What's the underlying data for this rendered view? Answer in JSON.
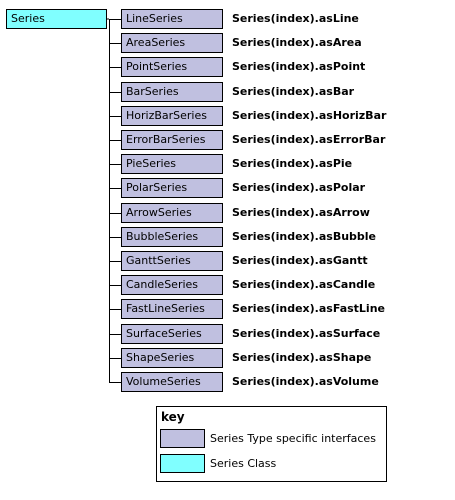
{
  "diagram": {
    "root": {
      "label": "Series"
    },
    "children": [
      {
        "type": "LineSeries",
        "accessor": "Series(index).asLine"
      },
      {
        "type": "AreaSeries",
        "accessor": "Series(index).asArea"
      },
      {
        "type": "PointSeries",
        "accessor": "Series(index).asPoint"
      },
      {
        "type": "BarSeries",
        "accessor": "Series(index).asBar"
      },
      {
        "type": "HorizBarSeries",
        "accessor": "Series(index).asHorizBar"
      },
      {
        "type": "ErrorBarSeries",
        "accessor": "Series(index).asErrorBar"
      },
      {
        "type": "PieSeries",
        "accessor": "Series(index).asPie"
      },
      {
        "type": "PolarSeries",
        "accessor": "Series(index).asPolar"
      },
      {
        "type": "ArrowSeries",
        "accessor": "Series(index).asArrow"
      },
      {
        "type": "BubbleSeries",
        "accessor": "Series(index).asBubble"
      },
      {
        "type": "GanttSeries",
        "accessor": "Series(index).asGantt"
      },
      {
        "type": "CandleSeries",
        "accessor": "Series(index).asCandle"
      },
      {
        "type": "FastLineSeries",
        "accessor": "Series(index).asFastLine"
      },
      {
        "type": "SurfaceSeries",
        "accessor": "Series(index).asSurface"
      },
      {
        "type": "ShapeSeries",
        "accessor": "Series(index).asShape"
      },
      {
        "type": "VolumeSeries",
        "accessor": "Series(index).asVolume"
      }
    ]
  },
  "legend": {
    "title": "key",
    "items": [
      {
        "label": "Series Type specific interfaces",
        "color": "#c0c0e0"
      },
      {
        "label": "Series Class",
        "color": "#80ffff"
      }
    ]
  },
  "colors": {
    "series_class": "#80ffff",
    "series_type": "#c0c0e0",
    "line": "#000000"
  }
}
